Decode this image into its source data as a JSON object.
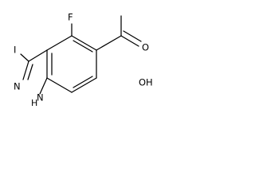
{
  "molecule": {
    "atoms": {
      "fluorine": "F",
      "iodine": "I",
      "nitrogen_2": "N",
      "nitrogen_1": "N",
      "hydrogen_nh": "H",
      "hydroxyl": "OH",
      "carbonyl_oxygen": "O"
    }
  }
}
